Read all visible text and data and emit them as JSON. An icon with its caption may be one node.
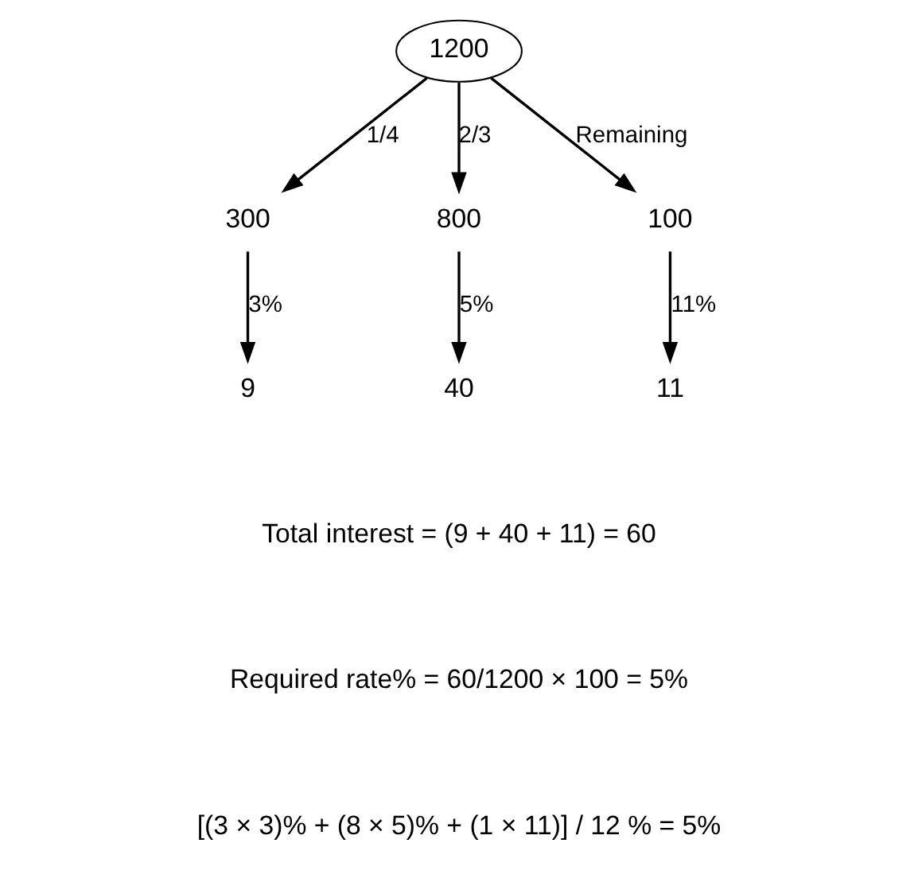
{
  "diagram": {
    "nodes": [
      {
        "text": [
          "1200"
        ]
      },
      {
        "text": [
          "300"
        ]
      },
      {
        "text": [
          "800"
        ]
      },
      {
        "text": [
          "100"
        ]
      },
      {
        "text": [
          "9"
        ]
      },
      {
        "text": [
          "40"
        ]
      },
      {
        "text": [
          "11"
        ]
      }
    ],
    "edges": [
      {
        "from": 0,
        "to": 1,
        "arrow": "to",
        "label": "1/4"
      },
      {
        "from": 0,
        "to": 2,
        "arrow": "to",
        "label": "2/3"
      },
      {
        "from": 0,
        "to": 3,
        "arrow": "to",
        "label": "Remaining"
      },
      {
        "from": 1,
        "to": 4,
        "arrow": "to",
        "label": "3%"
      },
      {
        "from": 2,
        "to": 5,
        "arrow": "to",
        "label": "5%"
      },
      {
        "from": 3,
        "to": 6,
        "arrow": "to",
        "label": "11%"
      }
    ],
    "labels": [
      "Total interest = (9 + 40 + 11) = 60",
      "Required rate% = 60/1200 × 100 = 5%",
      "[(3 × 3)% + (8 × 5)% + (1 × 11)] / 12 % = 5%"
    ]
  }
}
